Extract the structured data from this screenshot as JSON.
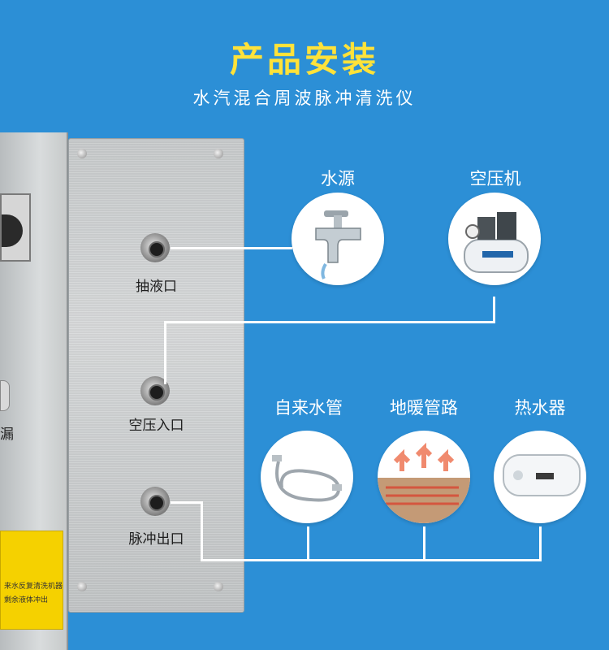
{
  "header": {
    "title": "产品安装",
    "subtitle": "水汽混合周波脉冲清洗仪"
  },
  "machine_left": {
    "partial_label": "漏",
    "warning_lines": [
      "来水反复清洗机器数次",
      "剩余液体冲出"
    ]
  },
  "panel": {
    "ports": [
      {
        "label": "抽液口"
      },
      {
        "label": "空压入口"
      },
      {
        "label": "脉冲出口"
      }
    ]
  },
  "sources": [
    {
      "label": "水源",
      "icon": "faucet-icon"
    },
    {
      "label": "空压机",
      "icon": "air-compressor-icon"
    }
  ],
  "outputs": [
    {
      "label": "自来水管",
      "icon": "water-hose-icon"
    },
    {
      "label": "地暖管路",
      "icon": "floor-heating-icon"
    },
    {
      "label": "热水器",
      "icon": "water-heater-icon"
    }
  ],
  "colors": {
    "background": "#2c8fd6",
    "title": "#ffe23a",
    "text": "#ffffff"
  }
}
